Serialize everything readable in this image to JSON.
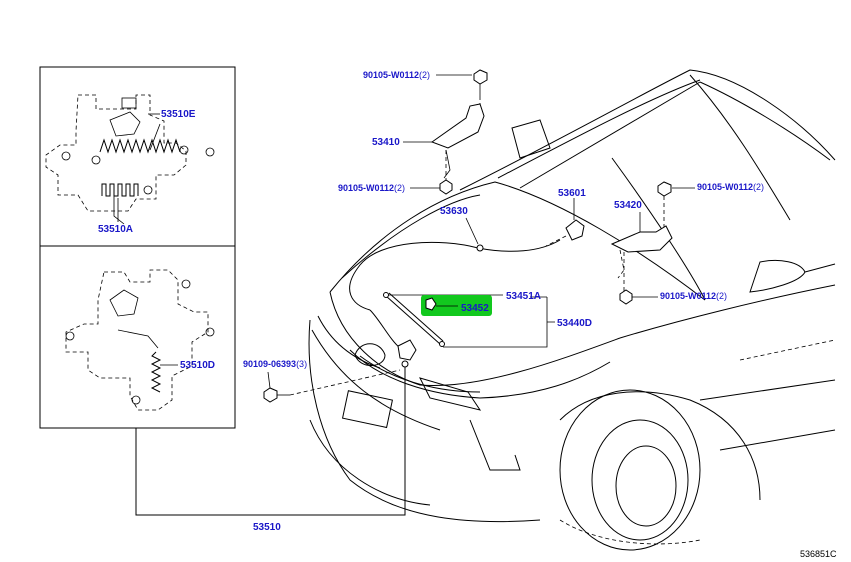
{
  "highlight_color": "#12c81e",
  "label_color": "#1a17c8",
  "labels": {
    "p53510E": "53510E",
    "p53510A": "53510A",
    "p53510D": "53510D",
    "p53510": "53510",
    "p90109": "90109-06393",
    "p90109_qty": "(3)",
    "p90105_top": "90105-W0112",
    "p90105_top_qty": "(2)",
    "p53410": "53410",
    "p90105_mid": "90105-W0112",
    "p90105_mid_qty": "(2)",
    "p53630": "53630",
    "p53601": "53601",
    "p53420": "53420",
    "p90105_right_top": "90105-W0112",
    "p90105_right_top_qty": "(2)",
    "p90105_right_bot": "90105-W0112",
    "p90105_right_bot_qty": "(2)",
    "p53451A": "53451A",
    "p53452": "53452",
    "p53440D": "53440D"
  },
  "diagram_code": "536851C"
}
